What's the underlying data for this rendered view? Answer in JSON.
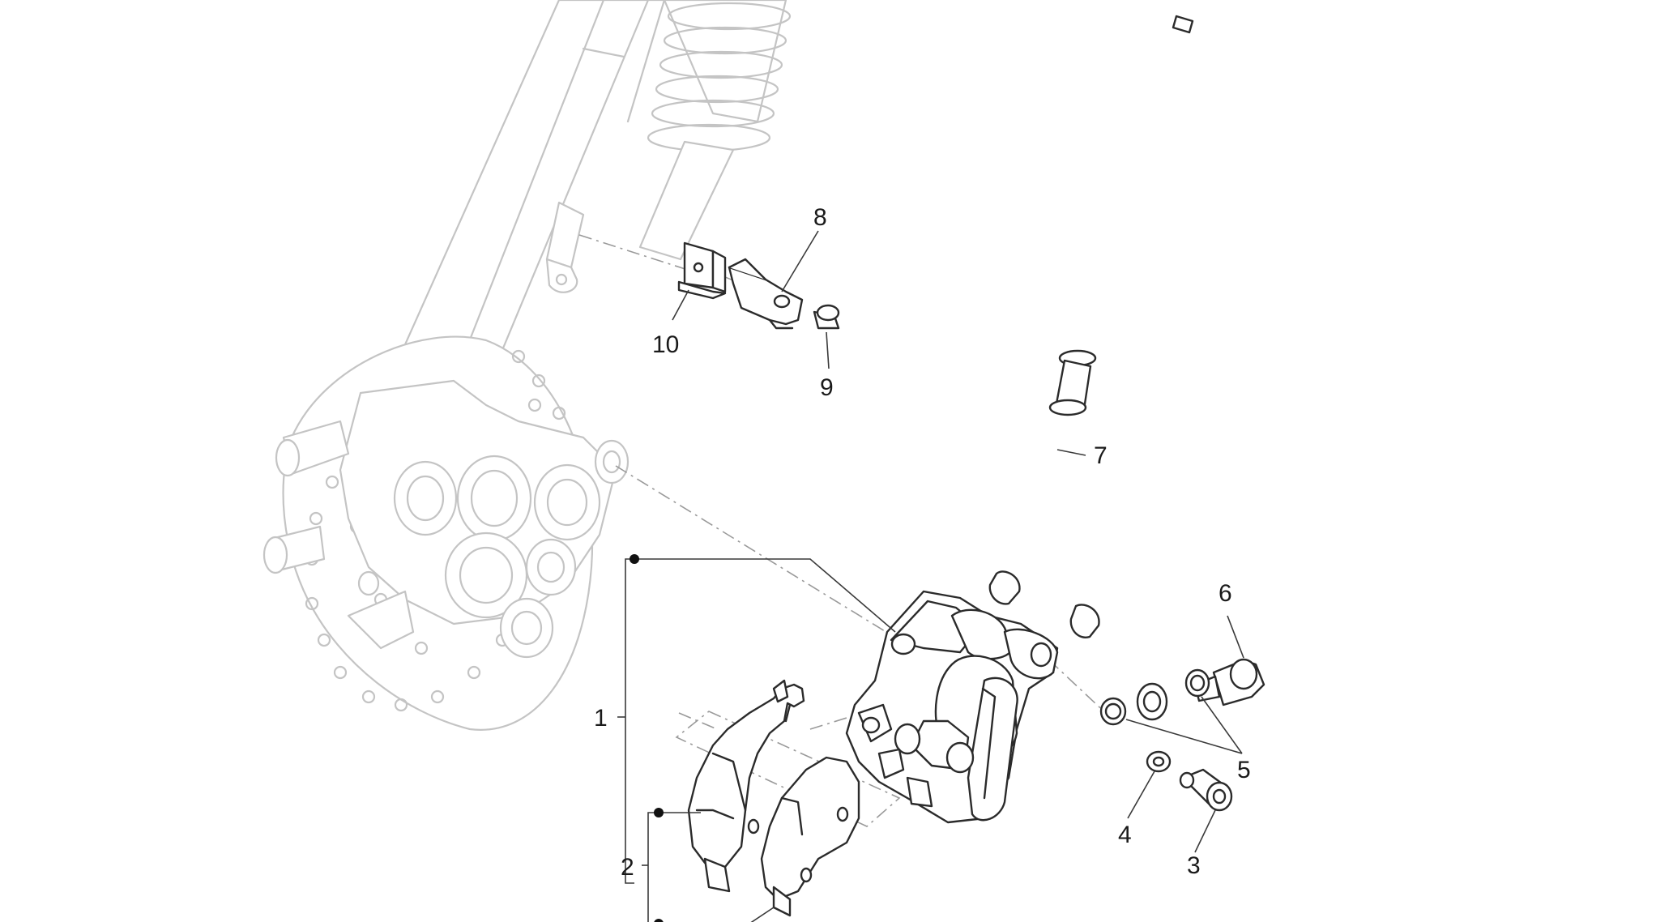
{
  "callouts": {
    "c1": "1",
    "c2": "2",
    "c3": "3",
    "c4": "4",
    "c5": "5",
    "c6": "6",
    "c7": "7",
    "c8": "8",
    "c9": "9",
    "c10": "10"
  },
  "colors": {
    "ghost_stroke": "#c4c4c4",
    "part_stroke": "#2b2b2b",
    "background": "#ffffff"
  }
}
